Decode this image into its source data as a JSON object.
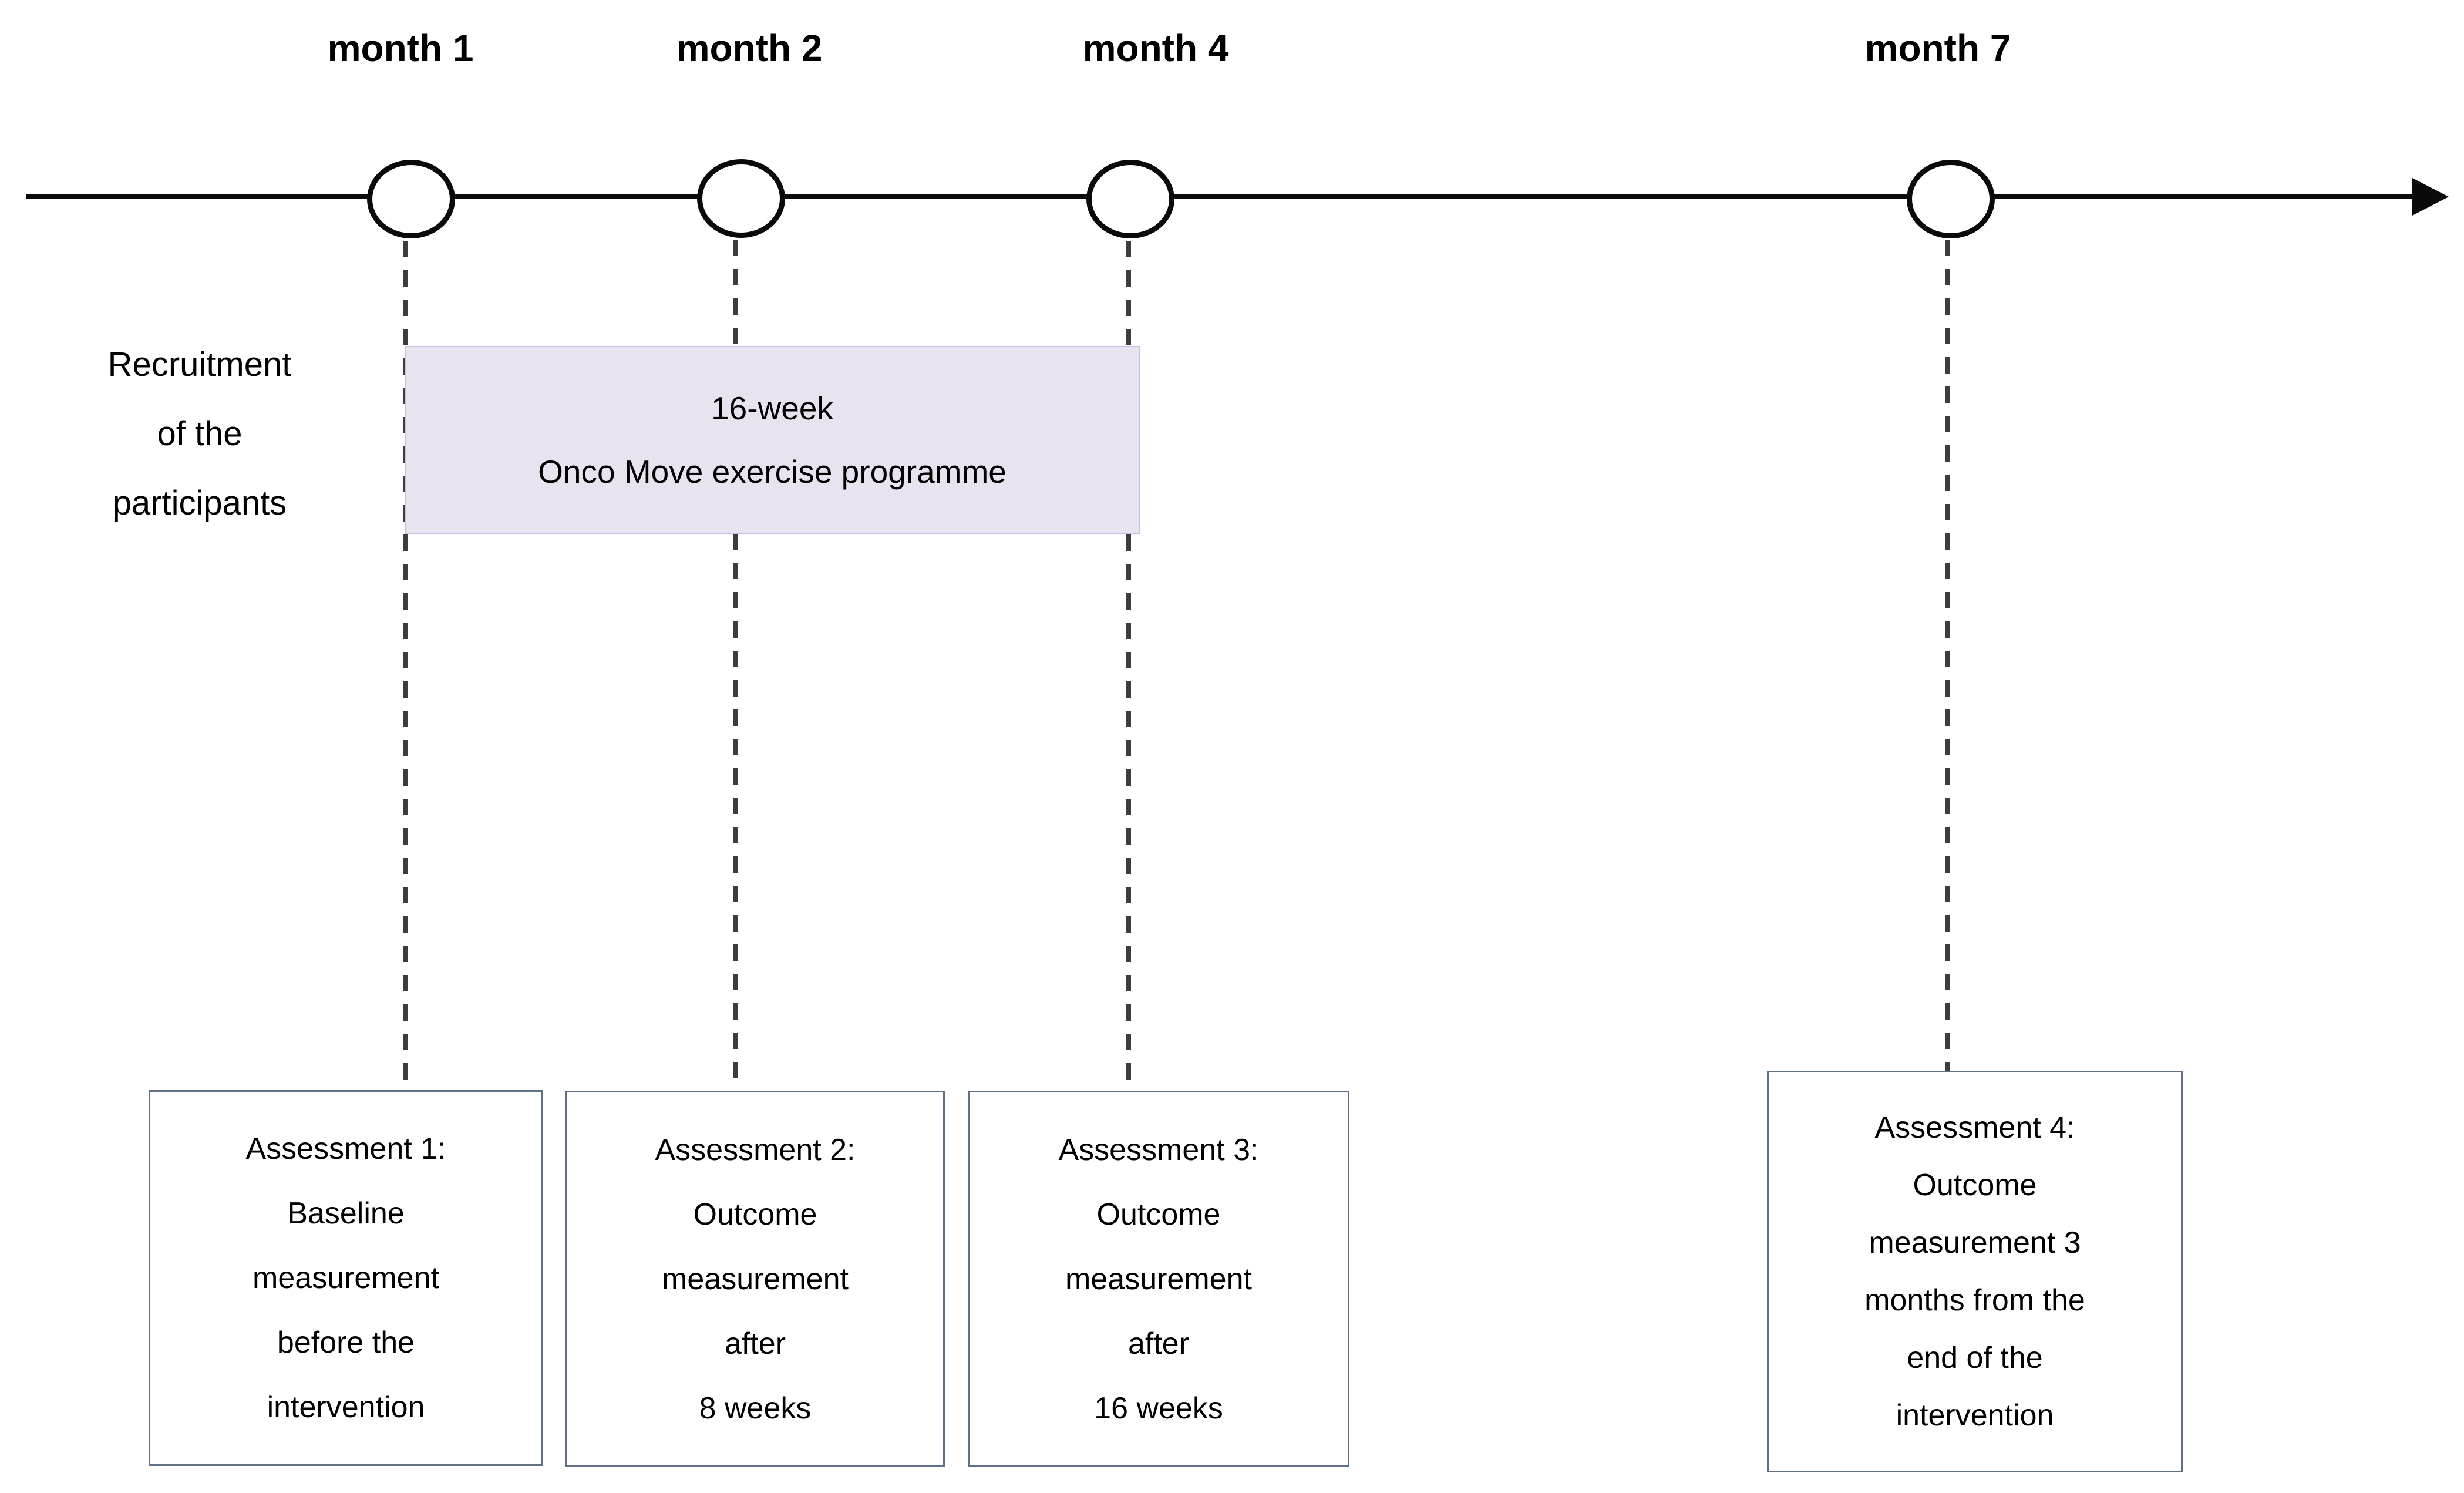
{
  "diagram": {
    "description": "Study timeline of the 16-week Onco Move exercise programme with four assessment points",
    "timeline": {
      "markers": [
        {
          "label": "month 1"
        },
        {
          "label": "month 2"
        },
        {
          "label": "month 4"
        },
        {
          "label": "month 7"
        }
      ]
    },
    "recruitment_label": {
      "line1": "Recruitment",
      "line2": "of the",
      "line3": "participants"
    },
    "programme_box": {
      "line1": "16-week",
      "line2": "Onco Move exercise programme"
    },
    "assessments": [
      {
        "lines": [
          "Assessment 1:",
          "Baseline",
          "measurement",
          "before the",
          "intervention"
        ]
      },
      {
        "lines": [
          "Assessment 2:",
          "Outcome",
          "measurement",
          "after",
          "8 weeks"
        ]
      },
      {
        "lines": [
          "Assessment 3:",
          "Outcome",
          "measurement",
          "after",
          "16 weeks"
        ]
      },
      {
        "lines": [
          "Assessment 4:",
          "Outcome",
          "measurement 3",
          "months from the",
          "end of the",
          "intervention"
        ]
      }
    ],
    "colors": {
      "timeline": "#0a0a0a",
      "dashed_line": "#3d3d3d",
      "programme_fill": "#e9e3ef",
      "programme_border": "#c9bedb",
      "assessment_border": "#5f7186"
    }
  }
}
